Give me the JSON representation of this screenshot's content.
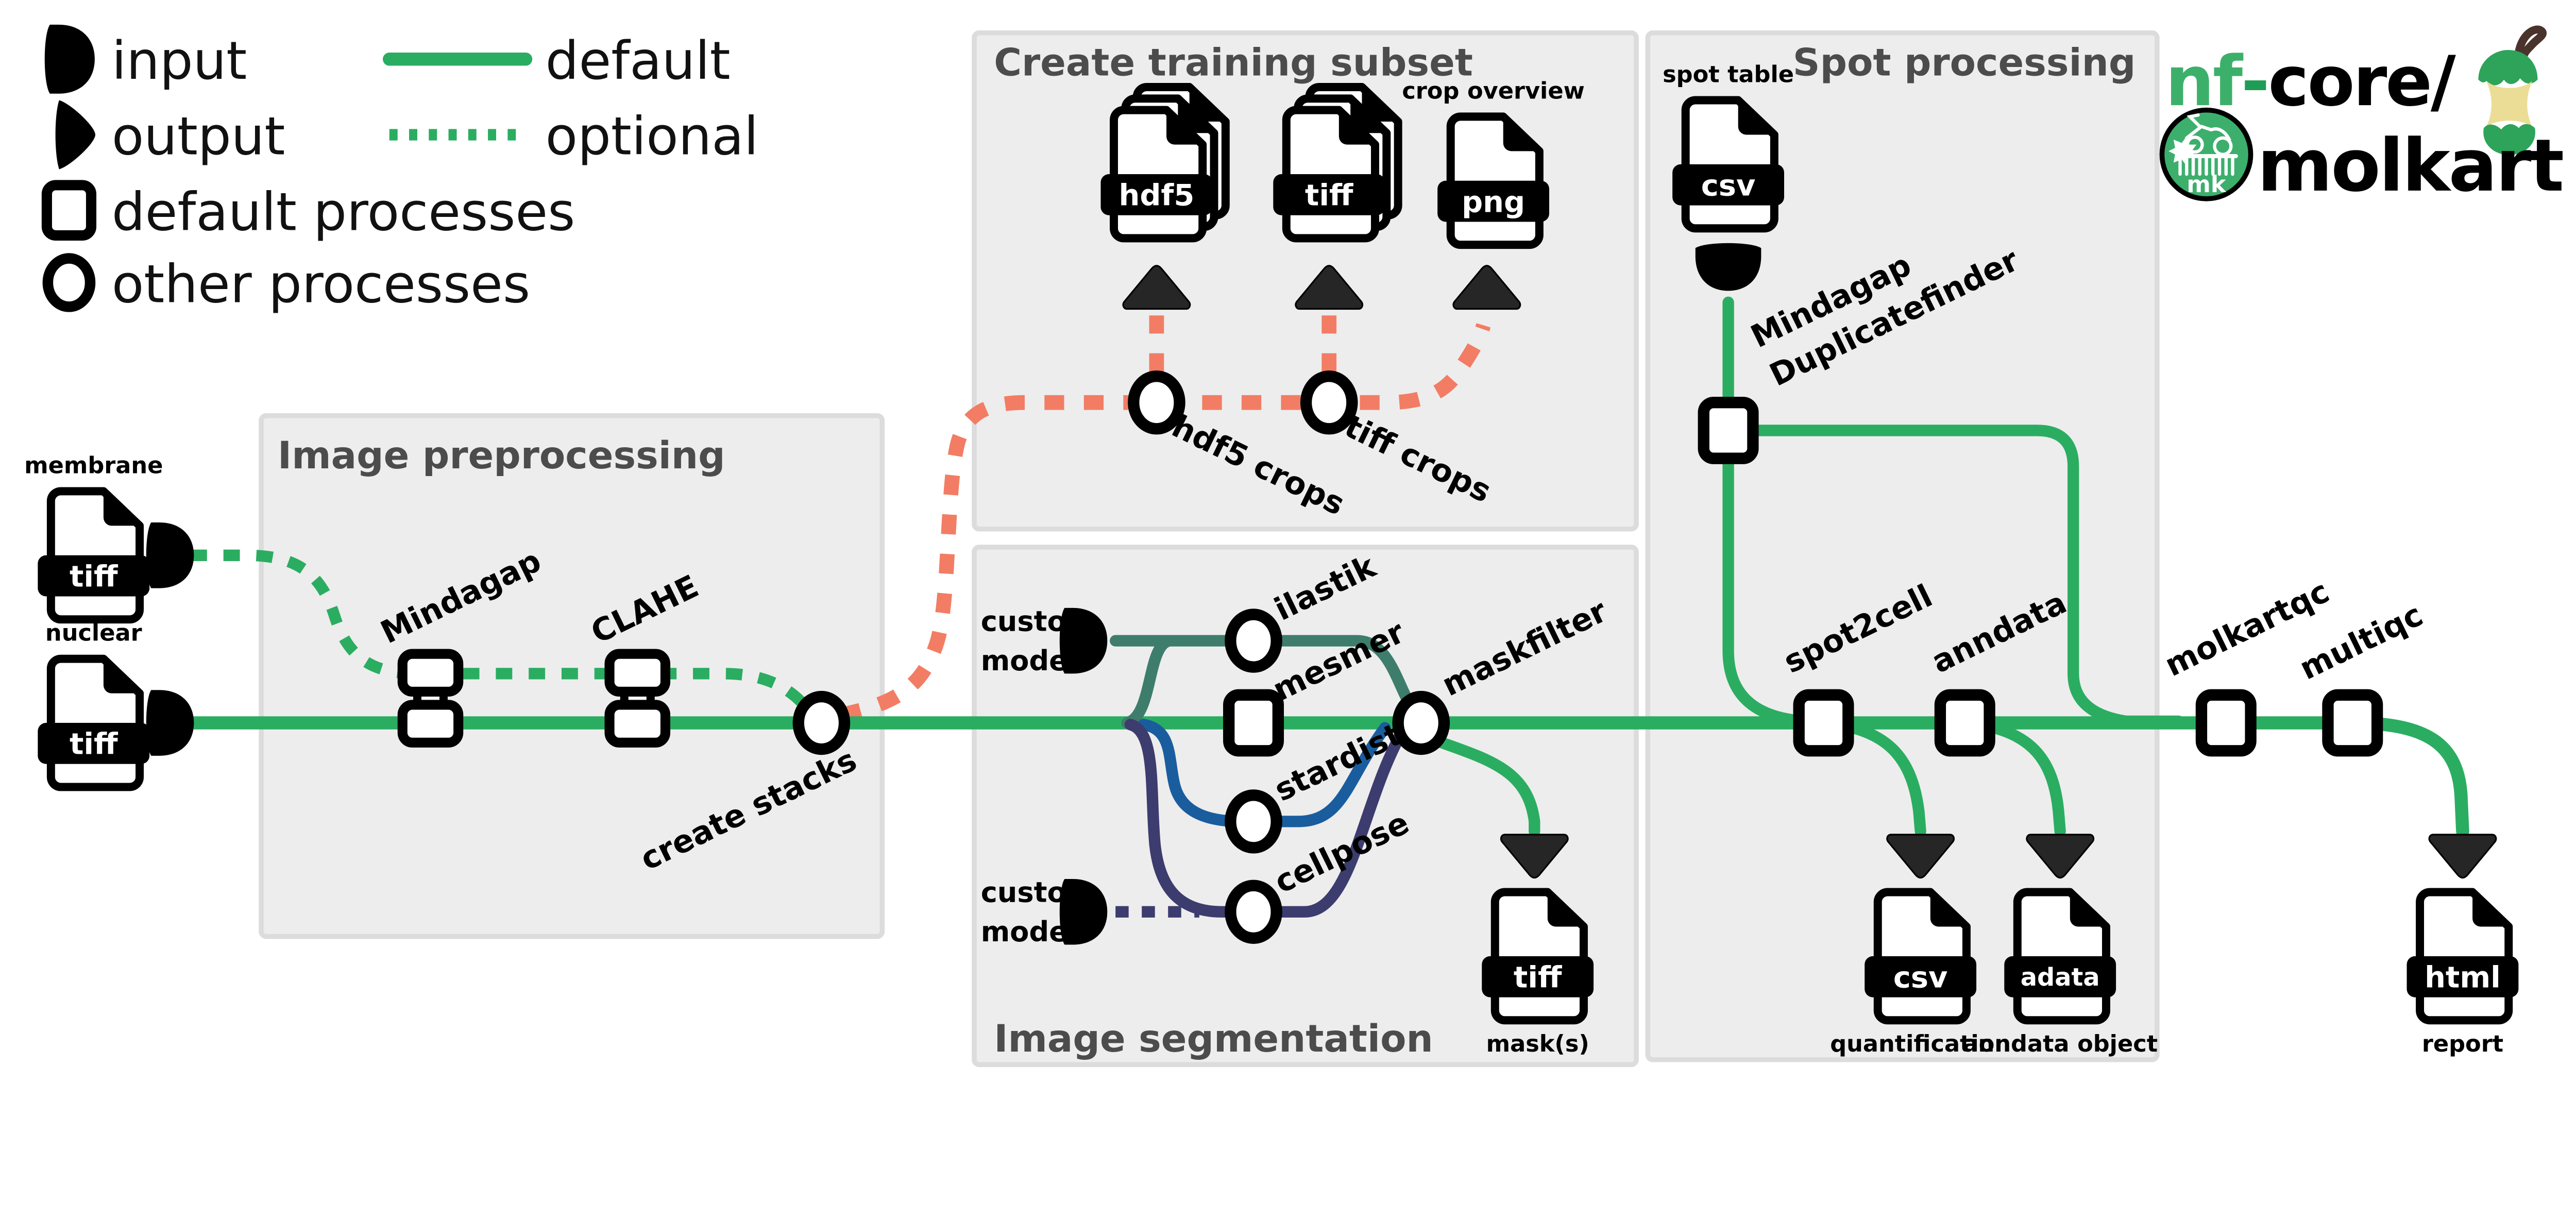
{
  "legend": {
    "items": [
      {
        "icon": "input-icon",
        "label": "input"
      },
      {
        "icon": "output-icon",
        "label": "output"
      },
      {
        "icon": "default-process-icon",
        "label": "default processes"
      },
      {
        "icon": "other-process-icon",
        "label": "other processes"
      }
    ],
    "lines": [
      {
        "style": "solid",
        "label": "default"
      },
      {
        "style": "dotted",
        "label": "optional"
      }
    ]
  },
  "logo": {
    "nf": "nf",
    "dash": "-",
    "core": "core/",
    "pipeline": "molkart",
    "badge": "mk"
  },
  "boxes": {
    "preprocessing": {
      "title": "Image preprocessing"
    },
    "training": {
      "title": "Create training subset"
    },
    "segmentation": {
      "title": "Image segmentation"
    },
    "spot": {
      "title": "Spot processing"
    }
  },
  "inputs": {
    "membrane": {
      "label": "membrane",
      "ext": "tiff"
    },
    "nuclear": {
      "label": "nuclear",
      "ext": "tiff"
    },
    "spot_table": {
      "label": "spot table",
      "ext": "csv"
    },
    "custom_model_top": {
      "line1": "custom",
      "line2": "model"
    },
    "custom_model_bottom": {
      "line1": "custom",
      "line2": "model"
    }
  },
  "processes": {
    "mindagap": {
      "label": "Mindagap"
    },
    "clahe": {
      "label": "CLAHE"
    },
    "create_stacks": {
      "label": "create stacks"
    },
    "hdf5_crops": {
      "label": "hdf5 crops"
    },
    "tiff_crops": {
      "label": "tiff crops"
    },
    "duplicatefinder": {
      "line1": "Mindagap",
      "line2": "Duplicatefinder"
    },
    "ilastik": {
      "label": "ilastik"
    },
    "mesmer": {
      "label": "mesmer"
    },
    "stardist": {
      "label": "stardist"
    },
    "cellpose": {
      "label": "cellpose"
    },
    "maskfilter": {
      "label": "maskfilter"
    },
    "spot2cell": {
      "label": "spot2cell"
    },
    "anndata": {
      "label": "anndata"
    },
    "molkartqc": {
      "label": "molkartqc"
    },
    "multiqc": {
      "label": "multiqc"
    }
  },
  "outputs": {
    "hdf5_crops_file": {
      "ext": "hdf5"
    },
    "tiff_crops_file": {
      "ext": "tiff"
    },
    "crop_overview": {
      "label": "crop overview",
      "ext": "png"
    },
    "masks": {
      "label": "mask(s)",
      "ext": "tiff"
    },
    "quantification": {
      "label": "quantification",
      "ext": "csv"
    },
    "anndata_object": {
      "label": "anndata object",
      "ext": "adata"
    },
    "report": {
      "label": "report",
      "ext": "html"
    }
  },
  "colors": {
    "green": "#2BAD61",
    "teal": "#3E7D6B",
    "blue": "#1A5D9E",
    "navy": "#3D3C6E",
    "salmon": "#F27D64",
    "nfcore_green": "#3CB06A",
    "box_fill": "#EDEDED",
    "title_grey": "#4C4C4C",
    "apple_cream": "#EBDD96",
    "arrow_dark": "#262626"
  }
}
